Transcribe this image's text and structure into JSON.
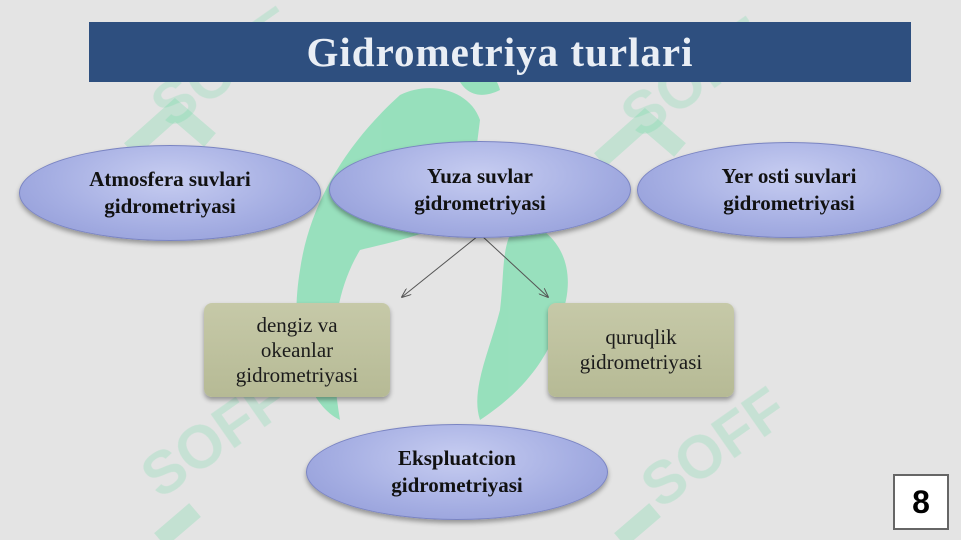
{
  "slide": {
    "title": "Gidrometriya turlari",
    "page_number": "8"
  },
  "nodes": {
    "atmosfera": "Atmosfera suvlari\ngidrometriyasi",
    "yuza": "Yuza suvlar\ngidrometriyasi",
    "yer_osti": "Yer osti suvlari\ngidrometriyasi",
    "dengiz": "dengiz va\nokeanlar\ngidrometriyasi",
    "quruqlik": "quruqlik\ngidrometriyasi",
    "ekspluatcion": "Ekspluatcion\ngidrometriyasi"
  },
  "colors": {
    "banner": "#2e4f7f",
    "oval": "#a6afe3",
    "box": "#bec1a0",
    "watermark": "#3fd98e"
  }
}
